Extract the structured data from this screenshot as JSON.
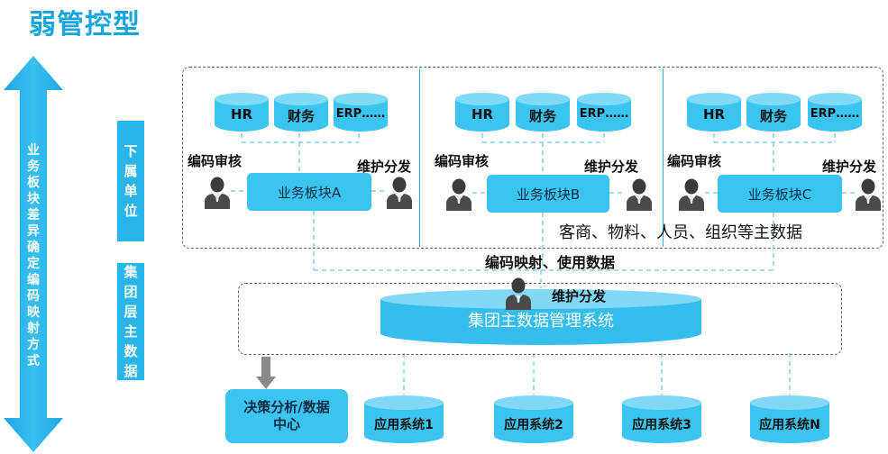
{
  "title": "弱管控型",
  "side_arrow_text": "业务板块差异确定编码映射方式",
  "tags": {
    "subsidiary": "下属单位",
    "group_master": "集团层主数据"
  },
  "panels": [
    {
      "databases": [
        "HR",
        "财务",
        "ERP……"
      ],
      "left_label": "编码审核",
      "right_label": "维护分发",
      "unit": "业务板块A"
    },
    {
      "databases": [
        "HR",
        "财务",
        "ERP……"
      ],
      "left_label": "编码审核",
      "right_label": "维护分发",
      "unit": "业务板块B"
    },
    {
      "databases": [
        "HR",
        "财务",
        "ERP……"
      ],
      "left_label": "编码审核",
      "right_label": "维护分发",
      "unit": "业务板块C"
    }
  ],
  "note": "客商、物料、人员、组织等主数据",
  "mapping_label": "编码映射、使用数据",
  "master_maint_label": "维护分发",
  "master_system": "集团主数据管理系统",
  "decision_center": "决策分析/数据中心",
  "apps": [
    "应用系统1",
    "应用系统2",
    "应用系统3",
    "应用系统N"
  ],
  "colors": {
    "accent": "#2ab5ea",
    "cylinder": "#3cc4f0",
    "title": "#16a6dd"
  }
}
